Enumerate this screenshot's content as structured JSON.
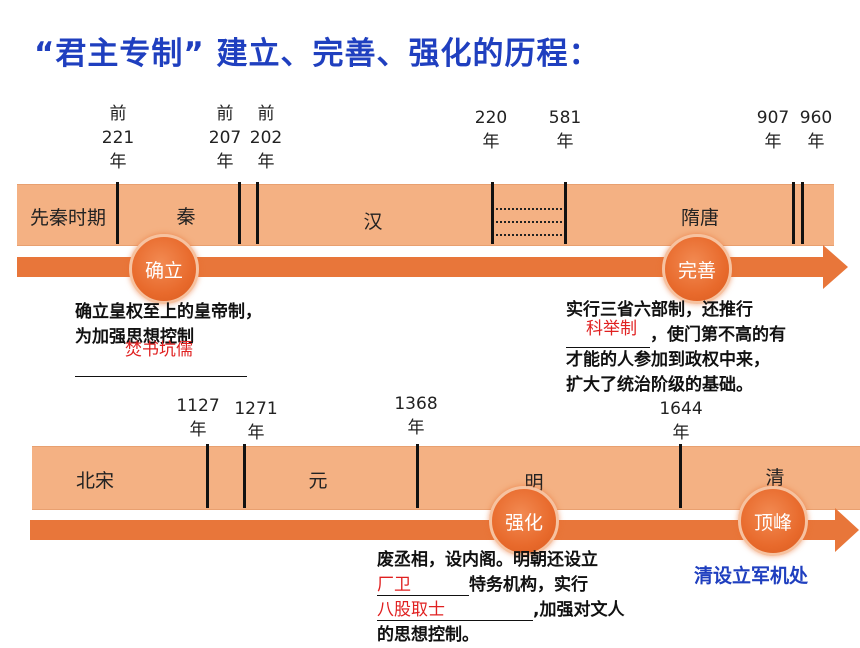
{
  "title": "“君主专制”   建立、完善、强化的历程：",
  "timeline1": {
    "years": [
      {
        "id": "y1",
        "text": "前\n221\n年"
      },
      {
        "id": "y2",
        "text": "前\n207\n年"
      },
      {
        "id": "y3",
        "text": "前\n202\n年"
      },
      {
        "id": "y4",
        "text": "220\n年"
      },
      {
        "id": "y5",
        "text": "581\n年"
      },
      {
        "id": "y6",
        "text": "907\n年"
      },
      {
        "id": "y7",
        "text": "960\n年"
      }
    ],
    "segments": [
      "先秦时期",
      "秦",
      "汉",
      "隋唐"
    ],
    "badges": [
      "确立",
      "完善"
    ]
  },
  "timeline2": {
    "years": [
      {
        "id": "y1",
        "text": "1127\n年"
      },
      {
        "id": "y2",
        "text": "1271\n年"
      },
      {
        "id": "y3",
        "text": "1368\n年"
      },
      {
        "id": "y4",
        "text": "1644\n年"
      }
    ],
    "segments": [
      "北宋",
      "元",
      "明",
      "清"
    ],
    "badges": [
      "强化",
      "顶峰"
    ]
  },
  "notes": {
    "n1_line1": "确立皇权至上的皇帝制，",
    "n1_line2": "为加强思想控制",
    "n1_fill": "焚书坑儒",
    "n2_line1": "实行三省六部制，还推行",
    "n2_fill": "科举制",
    "n2_line2": "，使门第不高的有",
    "n2_line3": "才能的人参加到政权中来，",
    "n2_line4": "扩大了统治阶级的基础。",
    "n3_line1": "废丞相，设内阁。明朝还设立",
    "n3_fill1": "厂卫",
    "n3_line2": "特务机构，实行",
    "n3_fill2": "八股取士",
    "n3_line3": ",加强对文人",
    "n3_line4": "的思想控制。",
    "n4": "清设立军机处"
  },
  "colors": {
    "band": "#f4b183",
    "arrow": "#e8763a",
    "badge": "#e86a2c",
    "title": "#1f3fbf",
    "fill": "#e02020"
  }
}
